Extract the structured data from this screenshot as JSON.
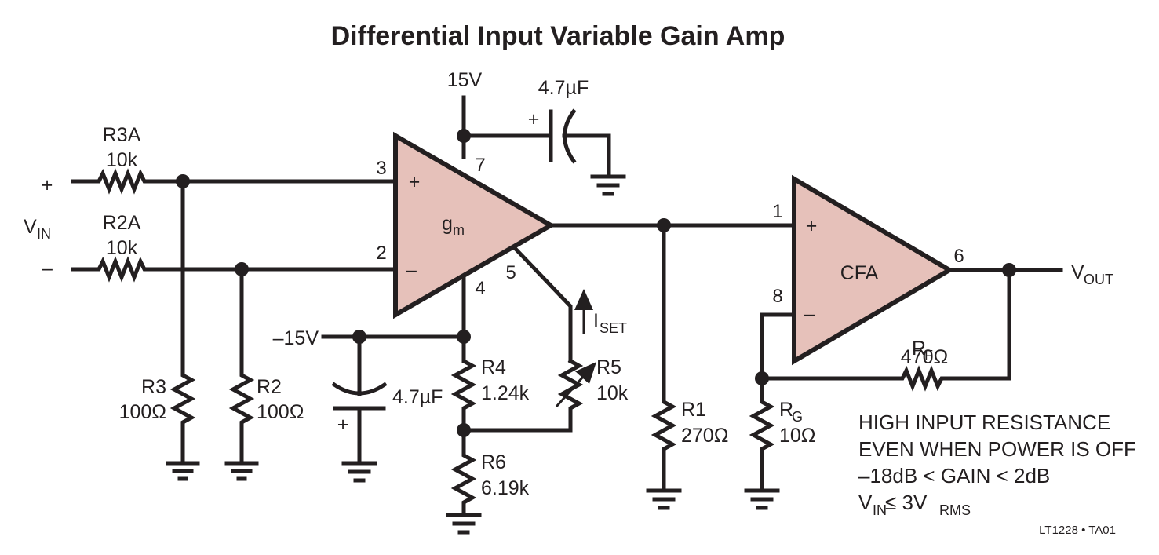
{
  "title": "Differential Input Variable Gain Amp",
  "input": {
    "plus": "+",
    "minus": "–",
    "vin_main": "V",
    "vin_sub": "IN"
  },
  "supplies": {
    "positive": "15V",
    "negative": "–15V"
  },
  "components": {
    "r3a": {
      "name": "R3A",
      "value": "10k"
    },
    "r2a": {
      "name": "R2A",
      "value": "10k"
    },
    "r3": {
      "name": "R3",
      "value": "100Ω"
    },
    "r2": {
      "name": "R2",
      "value": "100Ω"
    },
    "c_top": {
      "value": "4.7µF",
      "polarity": "+"
    },
    "c_bottom": {
      "value": "4.7µF",
      "polarity": "+"
    },
    "r4": {
      "name": "R4",
      "value": "1.24k"
    },
    "r5": {
      "name": "R5",
      "value": "10k"
    },
    "r6": {
      "name": "R6",
      "value": "6.19k"
    },
    "r1": {
      "name": "R1",
      "value": "270Ω"
    },
    "rf": {
      "name_main": "R",
      "name_sub": "F",
      "value": "470Ω"
    },
    "rg": {
      "name_main": "R",
      "name_sub": "G",
      "value": "10Ω"
    }
  },
  "gm_amp": {
    "label_main": "g",
    "label_sub": "m",
    "plus": "+",
    "minus": "–",
    "pins": {
      "in_plus": "3",
      "in_minus": "2",
      "vplus": "7",
      "vminus": "4",
      "iset": "5"
    }
  },
  "iset": {
    "main": "I",
    "sub": "SET"
  },
  "cfa_amp": {
    "label": "CFA",
    "plus": "+",
    "minus": "–",
    "pins": {
      "in_plus": "1",
      "in_minus": "8",
      "out": "6"
    }
  },
  "output": {
    "main": "V",
    "sub": "OUT"
  },
  "notes": {
    "line1": "HIGH INPUT RESISTANCE",
    "line2": "EVEN WHEN POWER IS OFF",
    "line3": "–18dB < GAIN < 2dB",
    "line4_main": "V",
    "line4_sub": "IN",
    "line4_rest": " ≤ 3V",
    "line4_sub2": "RMS"
  },
  "figure_id": "LT1228 • TA01"
}
